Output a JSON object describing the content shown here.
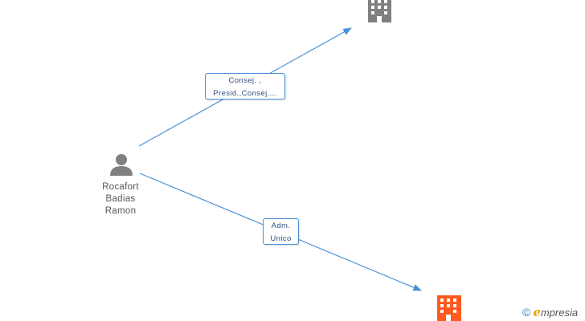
{
  "person": {
    "name_lines": [
      "Rocafort",
      "Badias",
      "Ramon"
    ],
    "icon": "person-icon",
    "color": "#808080"
  },
  "companies": [
    {
      "icon": "building-icon",
      "color": "#808080"
    },
    {
      "icon": "building-icon",
      "color": "#ff5a1f"
    }
  ],
  "relations": [
    {
      "label_lines": [
        "Consej. ,",
        "Presid.,Consej...."
      ]
    },
    {
      "label_lines": [
        "Adm.",
        "Unico"
      ]
    }
  ],
  "edge_color": "#4a90d9",
  "branding": {
    "copyright_symbol": "©",
    "logo_initial": "e",
    "logo_rest": "mpresia"
  }
}
